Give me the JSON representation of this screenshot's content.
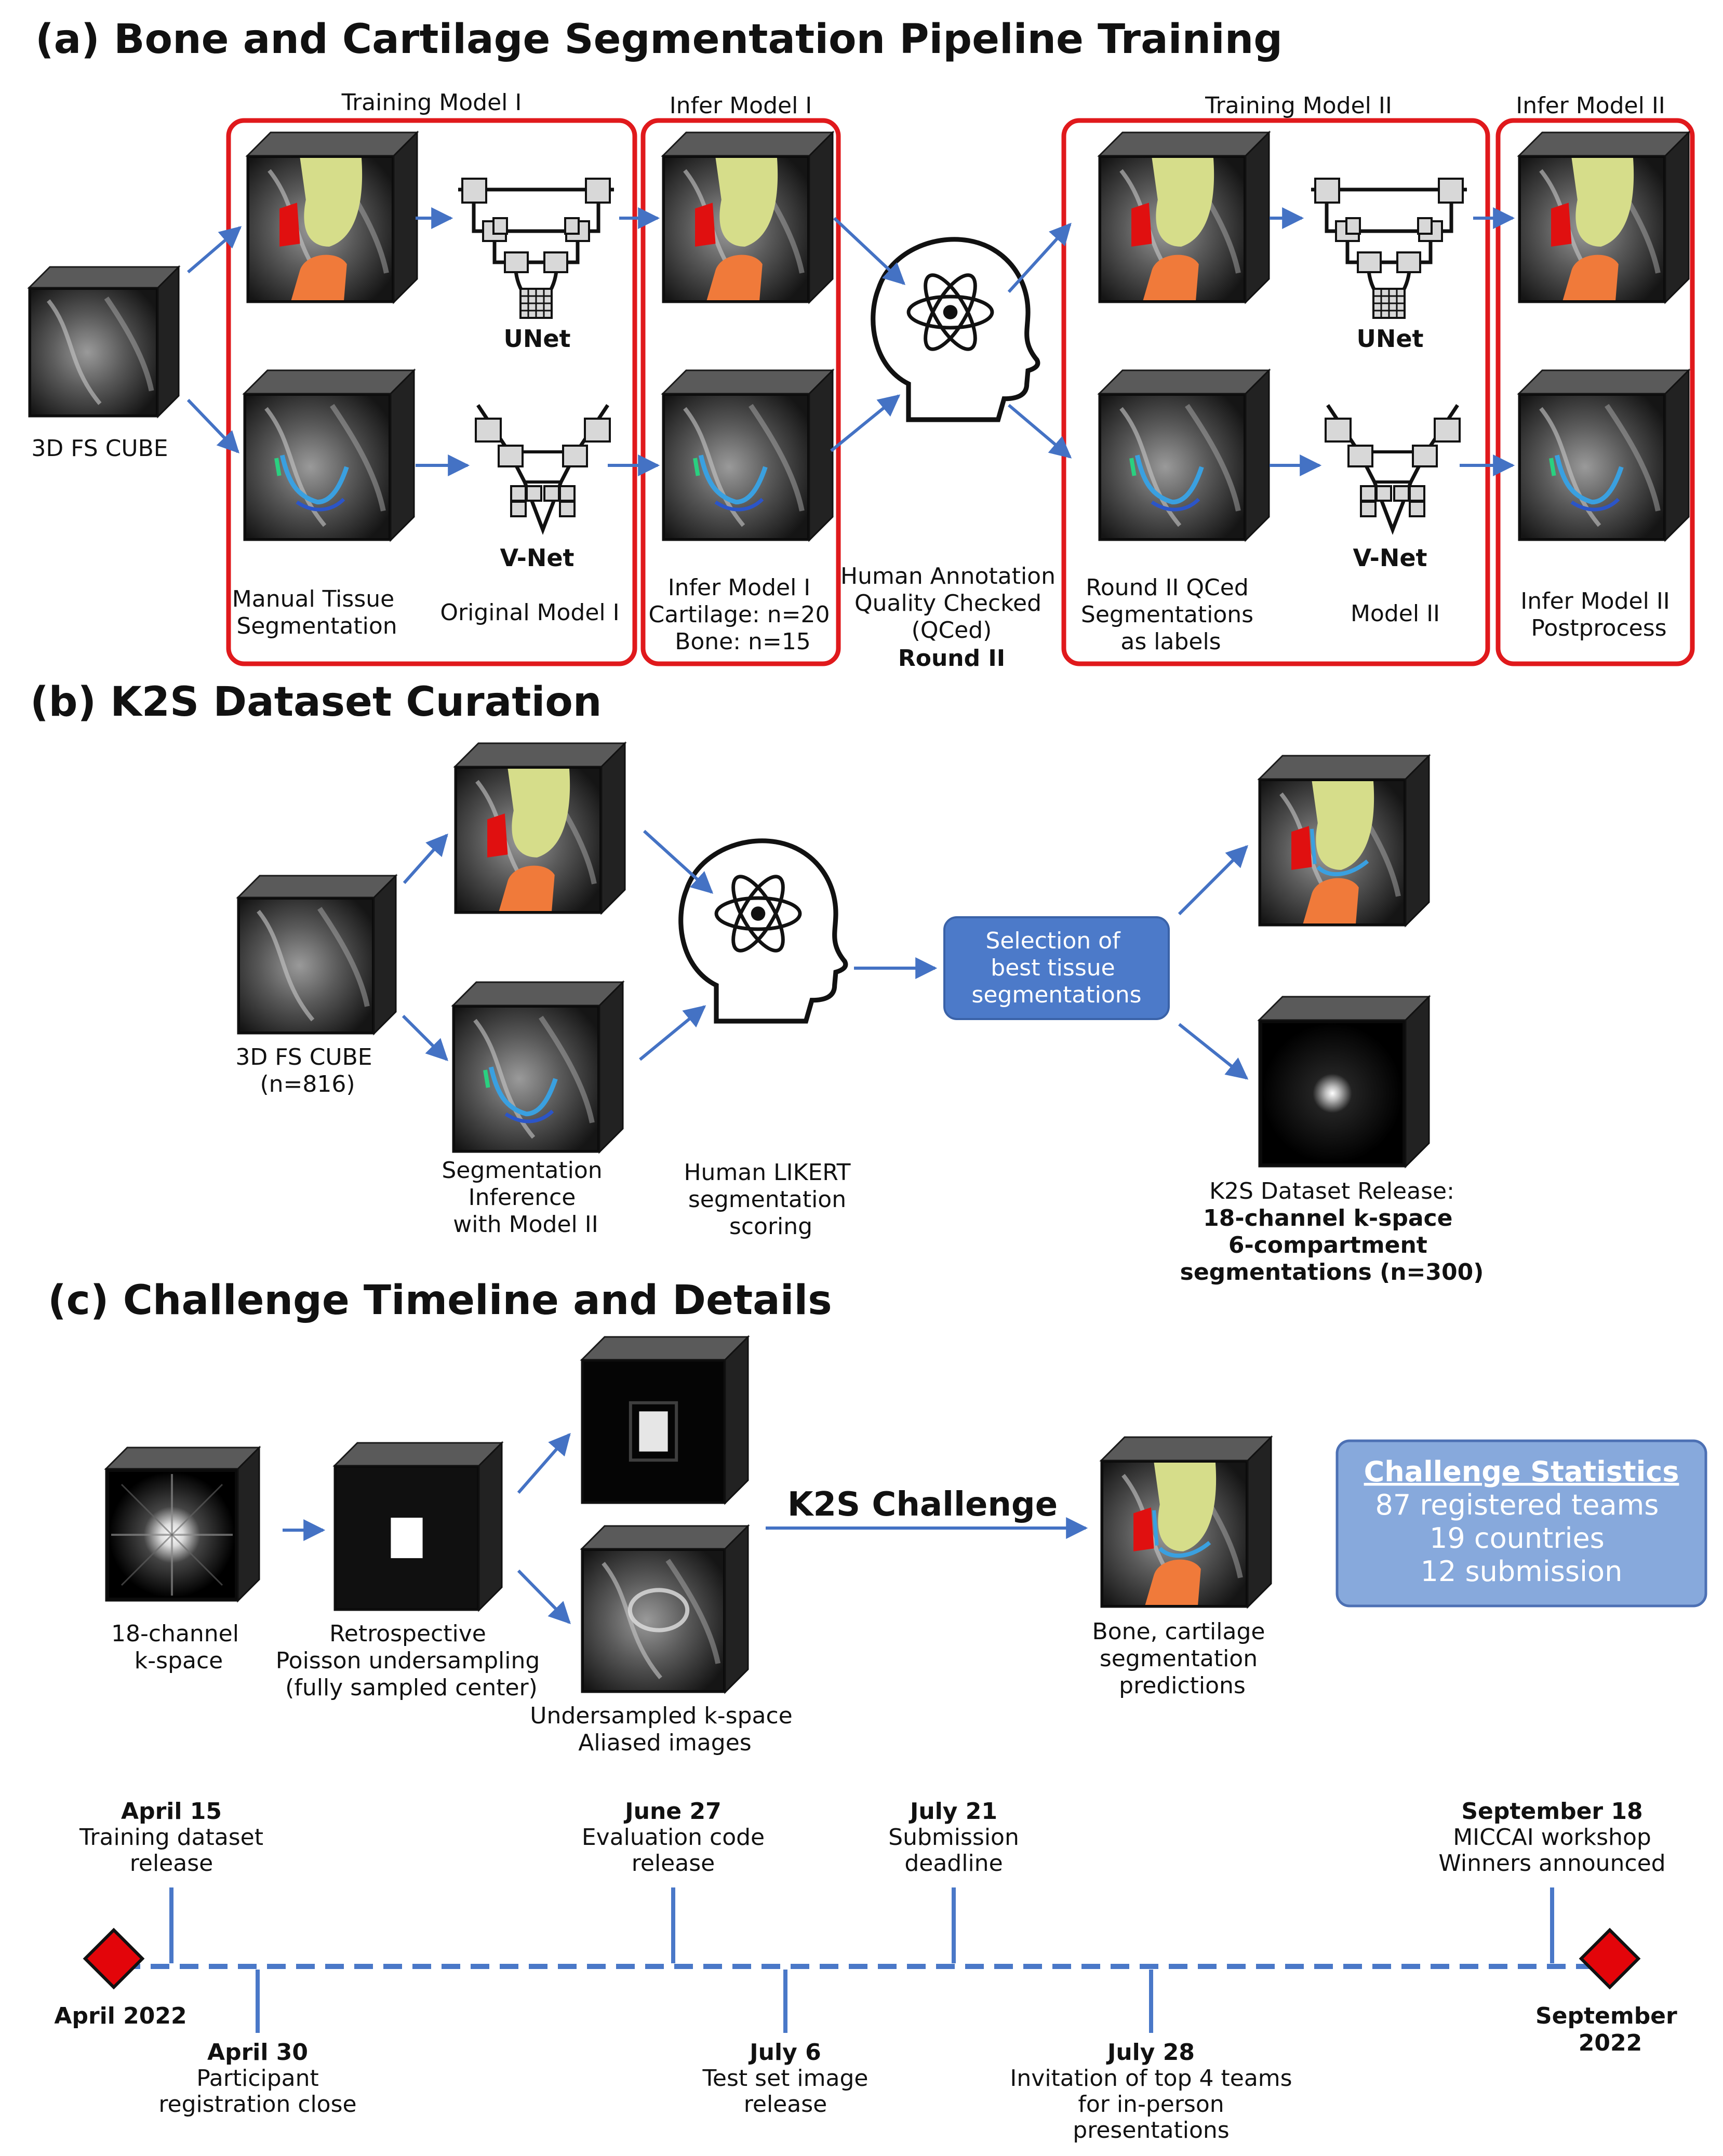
{
  "colors": {
    "red_frame": "#e0191c",
    "arrow_blue": "#4472c4",
    "timeline_blue": "#4a78c8",
    "box_blue": "#4c7ac9",
    "stats_fill": "#87a9dc",
    "bone_yellow": "#d6dd8a",
    "bone_orange": "#f07a3a",
    "patella_red": "#e01010",
    "cartilage_blue": "#3aa0e0",
    "diamond_red": "#e3050a"
  },
  "icons": [
    "mri-cube",
    "kspace-cube",
    "human-head-atom-icon",
    "unet-diagram",
    "vnet-diagram",
    "diamond-marker"
  ],
  "section_a": {
    "title": "(a) Bone and Cartilage Segmentation Pipeline Training",
    "input_label": "3D FS CUBE",
    "group1_title": "Training Model I",
    "group2_title": "Infer Model I",
    "group3_title": "Training Model II",
    "group4_title": "Infer Model II",
    "unet_label": "UNet",
    "vnet_label": "V-Net",
    "unet2_label": "UNet",
    "vnet2_label": "V-Net",
    "manual_label": [
      "Manual Tissue",
      "Segmentation"
    ],
    "original_label": "Original Model I",
    "infer1_label": [
      "Infer Model I",
      "Cartilage: n=20",
      "Bone: n=15"
    ],
    "human_label": [
      "Human Annotation",
      "Quality Checked",
      "(QCed)"
    ],
    "human_round": "Round II",
    "round2_label": [
      "Round II QCed",
      "Segmentations",
      "as labels"
    ],
    "model2_label": "Model II",
    "infer2_label": [
      "Infer Model II",
      "Postprocess"
    ]
  },
  "section_b": {
    "title": "(b) K2S Dataset Curation",
    "input_label": [
      "3D FS CUBE",
      "(n=816)"
    ],
    "seg_label": [
      "Segmentation",
      "Inference",
      "with Model II"
    ],
    "likert_label": [
      "Human LIKERT",
      "segmentation",
      "scoring"
    ],
    "selection_label": [
      "Selection of",
      "best tissue",
      "segmentations"
    ],
    "release_title": "K2S Dataset Release:",
    "release_lines": [
      "18-channel k-space",
      "6-compartment",
      "segmentations (n=300)"
    ]
  },
  "section_c": {
    "title": "(c) Challenge Timeline and Details",
    "kspace_label": [
      "18-channel",
      "k-space"
    ],
    "poisson_label": [
      "Retrospective",
      "Poisson undersampling",
      "(fully sampled center)"
    ],
    "undersampled_label": [
      "Undersampled k-space",
      "Aliased images"
    ],
    "challenge_label": "K2S Challenge",
    "pred_label": [
      "Bone, cartilage",
      "segmentation",
      "predictions"
    ],
    "stats_title": "Challenge Statistics",
    "stats_lines": [
      "87 registered teams",
      "19 countries",
      "12 submission"
    ]
  },
  "timeline": {
    "start": [
      "April 2022"
    ],
    "end": [
      "September",
      "2022"
    ],
    "above": [
      {
        "date": "April 15",
        "lines": [
          "Training dataset",
          "release"
        ]
      },
      {
        "date": "June 27",
        "lines": [
          "Evaluation code",
          "release"
        ]
      },
      {
        "date": "July 21",
        "lines": [
          "Submission",
          "deadline"
        ]
      },
      {
        "date": "September 18",
        "lines": [
          "MICCAI workshop",
          "Winners announced"
        ]
      }
    ],
    "below": [
      {
        "date": "April 30",
        "lines": [
          "Participant",
          "registration close"
        ]
      },
      {
        "date": "July 6",
        "lines": [
          "Test set image",
          "release"
        ]
      },
      {
        "date": "July 28",
        "lines": [
          "Invitation of top 4 teams",
          "for in-person",
          "presentations"
        ]
      }
    ]
  }
}
